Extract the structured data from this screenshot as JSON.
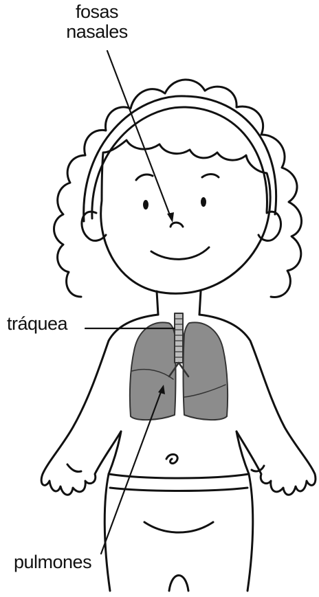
{
  "labels": {
    "nasal": [
      "fosas",
      "nasales"
    ],
    "trachea": "tráquea",
    "lungs": "pulmones"
  },
  "colors": {
    "line": "#111111",
    "lung_fill": "#8c8c8c",
    "trachea_fill": "#bdbdbd",
    "background": "#ffffff"
  }
}
